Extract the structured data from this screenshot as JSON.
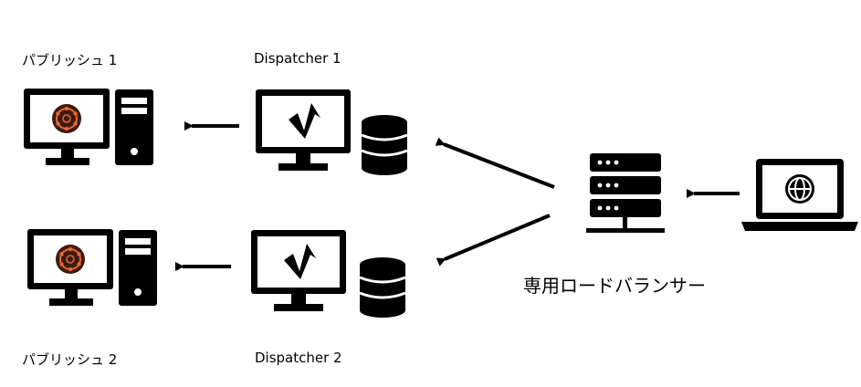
{
  "labels": {
    "publish_1": "パブリッシュ 1",
    "publish_2": "パブリッシュ 2",
    "dispatcher_1": "Dispatcher 1",
    "dispatcher_2": "Dispatcher 2",
    "load_balancer": "専用ロードバランサー"
  },
  "colors": {
    "line": "#000000",
    "aem_logo_outer": "#3d1a12",
    "aem_logo_inner": "#e86a2c"
  },
  "icons": {
    "publish": "desktop-tower-aem-icon",
    "dispatcher": "monitor-dispatcher-icon",
    "cache": "database-icon",
    "load_balancer": "server-rack-icon",
    "client": "laptop-globe-icon"
  }
}
